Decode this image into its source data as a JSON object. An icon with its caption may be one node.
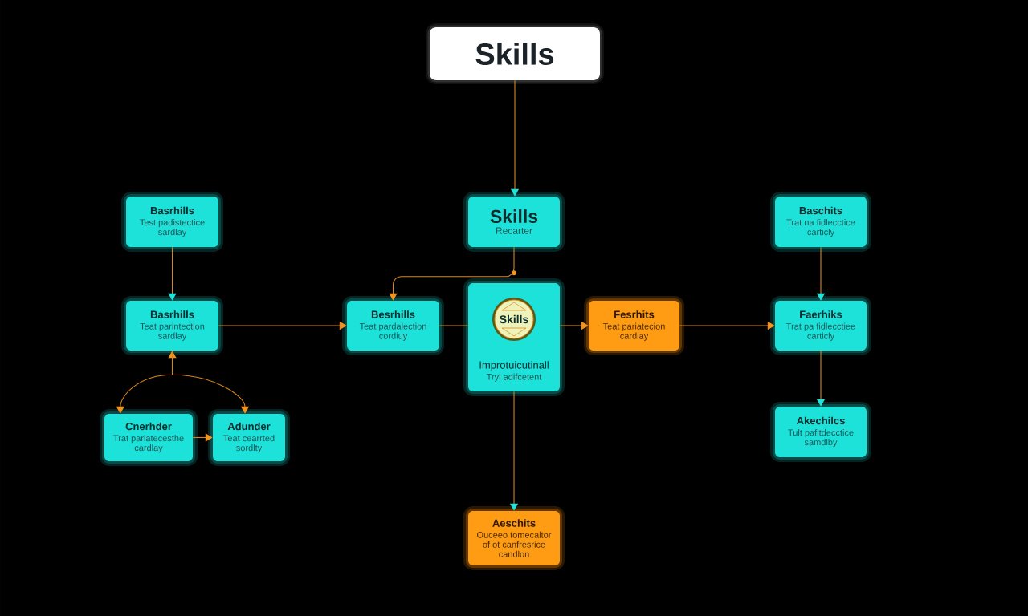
{
  "diagram": {
    "nodes": [
      {
        "text": [
          "Skills"
        ]
      },
      {
        "text": [
          "Basrhills",
          "Test padistectice sardlay"
        ]
      },
      {
        "text": [
          "Skills",
          "Recarter"
        ]
      },
      {
        "text": [
          "Baschits",
          "Trat na fidlecctice carticly"
        ]
      },
      {
        "text": [
          "Basrhills",
          "Teat parintection sardlay"
        ]
      },
      {
        "text": [
          "Besrhills",
          "Teat pardalection cordiuy"
        ]
      },
      {
        "text": [
          "Improtuicutinall",
          "Tryl adifcetent"
        ]
      },
      {
        "text": [
          "Skills"
        ],
        "in": 6
      },
      {
        "text": [
          "Fesrhits",
          "Teat pariatecion cardiay"
        ]
      },
      {
        "text": [
          "Faerhiks",
          "Trat pa fidlecctiee carticly"
        ]
      },
      {
        "text": [
          "Cnerhder",
          "Trat parlatecesthe cardlay"
        ]
      },
      {
        "text": [
          "Adunder",
          "Teat cearrted sordlty"
        ]
      },
      {
        "text": [
          "Akechilcs",
          "Tult pafitdecctice samdlby"
        ]
      },
      {
        "text": [
          "Aeschits",
          "Ouceeo tomecaltor of ot canfresrice candlon"
        ]
      }
    ],
    "edges": [
      {
        "from": 0,
        "to": 2,
        "arrow": "to"
      },
      {
        "from": 1,
        "to": 4,
        "arrow": "to"
      },
      {
        "from": 2,
        "to": 5,
        "arrow": "to"
      },
      {
        "from": 4,
        "to": 5,
        "arrow": "to"
      },
      {
        "from": 5,
        "to": 6,
        "arrow": "none"
      },
      {
        "from": 6,
        "to": 8,
        "arrow": "to"
      },
      {
        "from": 8,
        "to": 9,
        "arrow": "to"
      },
      {
        "from": 3,
        "to": 9,
        "arrow": "to"
      },
      {
        "from": 9,
        "to": 12,
        "arrow": "to"
      },
      {
        "from": 6,
        "to": 13,
        "arrow": "to"
      },
      {
        "from": 4,
        "to": 10,
        "arrow": "both"
      },
      {
        "from": 4,
        "to": 11,
        "arrow": "to"
      },
      {
        "from": 10,
        "to": 11,
        "arrow": "to"
      }
    ]
  }
}
